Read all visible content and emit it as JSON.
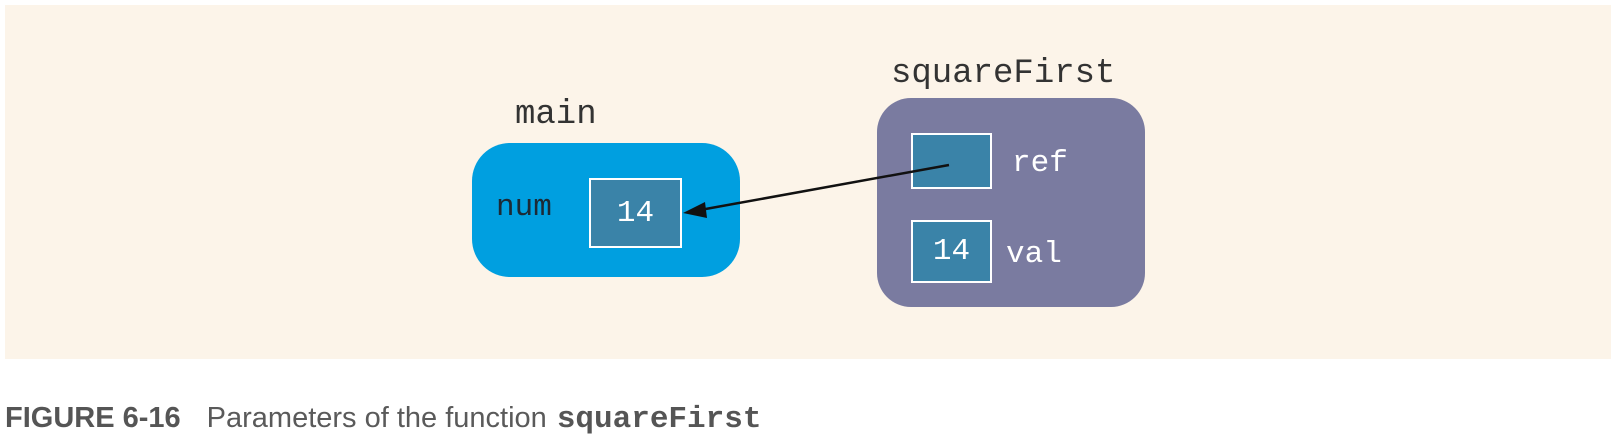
{
  "diagram": {
    "frames": {
      "main": {
        "title": "main",
        "variable_label": "num",
        "value": "14"
      },
      "squareFirst": {
        "title": "squareFirst",
        "ref_label": "ref",
        "val_label": "val",
        "val_value": "14"
      }
    }
  },
  "caption": {
    "label": "FIGURE 6-16",
    "text": "Parameters of the function",
    "code": "squareFirst"
  },
  "colors": {
    "background": "#fcf4e9",
    "main_frame": "#009fe0",
    "square_frame": "#7a7ba0",
    "cell": "#3a83a8",
    "arrow": "#111111"
  }
}
